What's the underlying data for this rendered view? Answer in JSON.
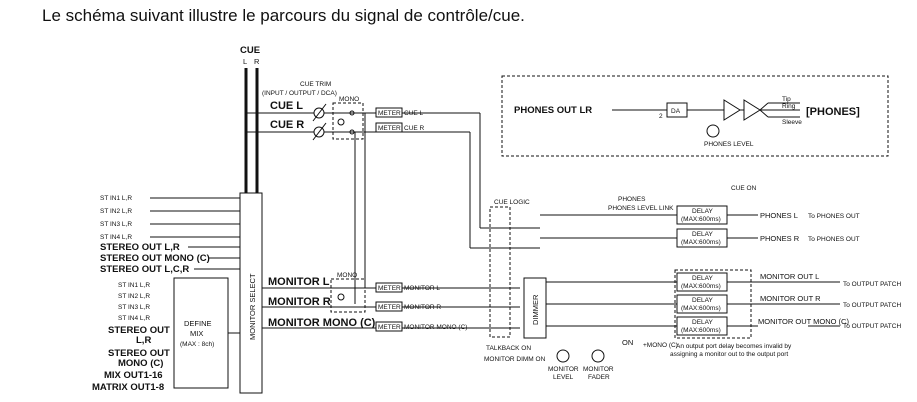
{
  "caption": "Le schéma suivant illustre le parcours du signal de contrôle/cue.",
  "diagram": {
    "cue_bus": {
      "title": "CUE",
      "l": "L",
      "r": "R"
    },
    "cue_trim": {
      "label": "CUE TRIM",
      "sub": "(INPUT / OUTPUT / DCA)"
    },
    "mono": "MONO",
    "meter": "METER",
    "cue_l": "CUE L",
    "cue_r": "CUE R",
    "meter_cue_l": "CUE L",
    "meter_cue_r": "CUE R",
    "phones_box": {
      "out": "PHONES OUT LR",
      "num": "2",
      "da": "DA",
      "level": "PHONES LEVEL",
      "tip": "Tip",
      "ring": "Ring",
      "sleeve": "Sleeve",
      "jack": "[PHONES]"
    },
    "inputs_top": [
      "ST IN1 L,R",
      "ST IN2 L,R",
      "ST IN3 L,R",
      "ST IN4 L,R"
    ],
    "stereo_out_lr": "STEREO OUT L,R",
    "stereo_out_mono": "STEREO OUT MONO (C)",
    "stereo_out_lcr": "STEREO OUT L,C,R",
    "inputs_define": [
      "ST IN1 L,R",
      "ST IN2 L,R",
      "ST IN3 L,R",
      "ST IN4 L,R"
    ],
    "define_stereo_out": [
      "STEREO OUT",
      "L,R"
    ],
    "define_stereo_mono": [
      "STEREO OUT",
      "MONO (C)"
    ],
    "mix_out": "MIX OUT1-16",
    "matrix_out": "MATRIX OUT1-8",
    "define_mix": [
      "DEFINE",
      "MIX",
      "(MAX : 8ch)"
    ],
    "monitor_select": "MONITOR SELECT",
    "monitor_l": "MONITOR L",
    "monitor_r": "MONITOR R",
    "monitor_mono": "MONITOR MONO (C)",
    "meter_mon_l": "MONITOR L",
    "meter_mon_r": "MONITOR R",
    "meter_mon_mono": "MONITOR MONO (C)",
    "cue_logic": "CUE LOGIC",
    "phones_level_link": "PHONES LEVEL LINK",
    "cue_on": "CUE ON",
    "dimmer": "DIMMER",
    "talkback_on": "TALKBACK ON",
    "monitor_dimm_on": "MONITOR DIMM ON",
    "monitor_level": [
      "MONITOR",
      "LEVEL"
    ],
    "monitor_fader": [
      "MONITOR",
      "FADER"
    ],
    "on": "ON",
    "mono_c": "+MONO (C)",
    "delay": [
      "DELAY",
      "(MAX:600ms)"
    ],
    "phones_l": "PHONES L",
    "phones_r": "PHONES R",
    "to_phones_out": "To PHONES OUT",
    "monitor_out_l": "MONITOR OUT L",
    "monitor_out_r": "MONITOR OUT R",
    "monitor_out_mono": "MONITOR OUT MONO (C)",
    "to_output_patch": "To OUTPUT PATCH",
    "note": [
      "An output port delay becomes invalid by",
      "assigning a monitor out to the output port"
    ]
  }
}
